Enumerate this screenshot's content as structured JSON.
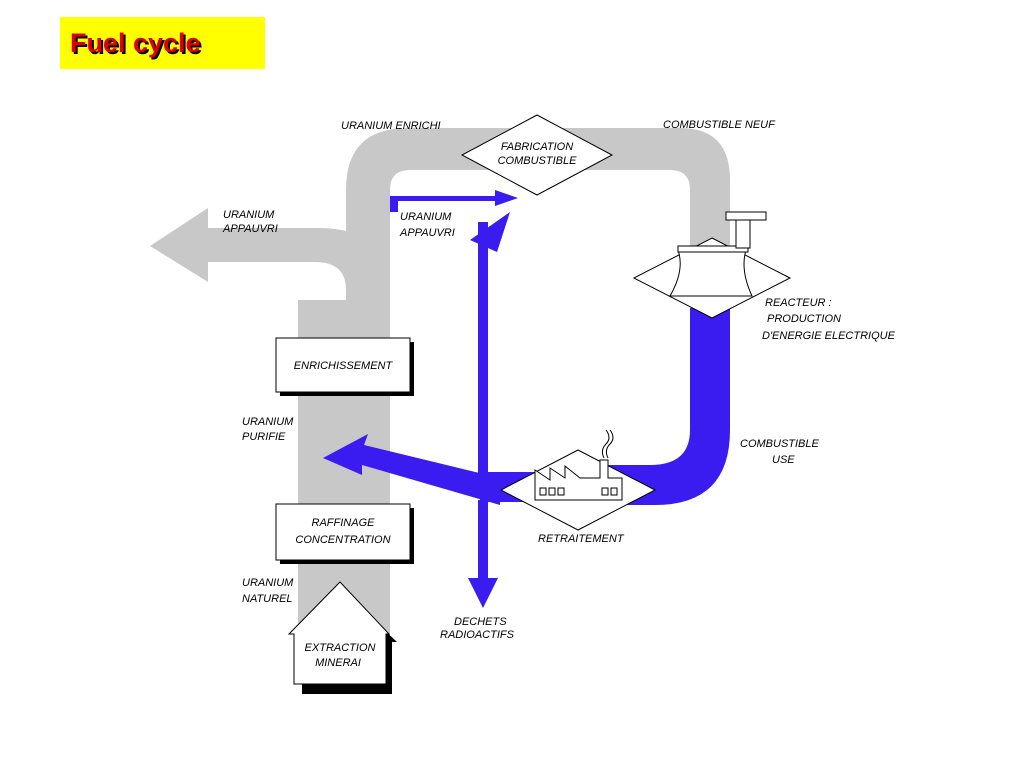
{
  "title": "Fuel cycle",
  "colors": {
    "title_bg": "#ffff00",
    "title_text": "#e00000",
    "grey_flow": "#c8c8c8",
    "blue_flow": "#3a1cf0"
  },
  "boxes": {
    "fabrication": [
      "FABRICATION",
      "COMBUSTIBLE"
    ],
    "enrichissement": "ENRICHISSEMENT",
    "raffinage": [
      "RAFFINAGE",
      "CONCENTRATION"
    ],
    "extraction": [
      "EXTRACTION",
      "MINERAI"
    ]
  },
  "labels": {
    "uranium_enrichi": "URANIUM ENRICHI",
    "combustible_neuf": "COMBUSTIBLE NEUF",
    "uranium_appauvri_left": [
      "URANIUM",
      "APPAUVRI"
    ],
    "uranium_appauvri_mid": [
      "URANIUM",
      "APPAUVRI"
    ],
    "reacteur": [
      "REACTEUR :",
      "PRODUCTION",
      "D'ENERGIE ELECTRIQUE"
    ],
    "uranium_purifie": [
      "URANIUM",
      "PURIFIE"
    ],
    "combustible_use": [
      "COMBUSTIBLE",
      "USE"
    ],
    "retraitement": "RETRAITEMENT",
    "uranium_naturel": [
      "URANIUM",
      "NATUREL"
    ],
    "dechets": [
      "DECHETS",
      "RADIOACTIFS"
    ]
  }
}
